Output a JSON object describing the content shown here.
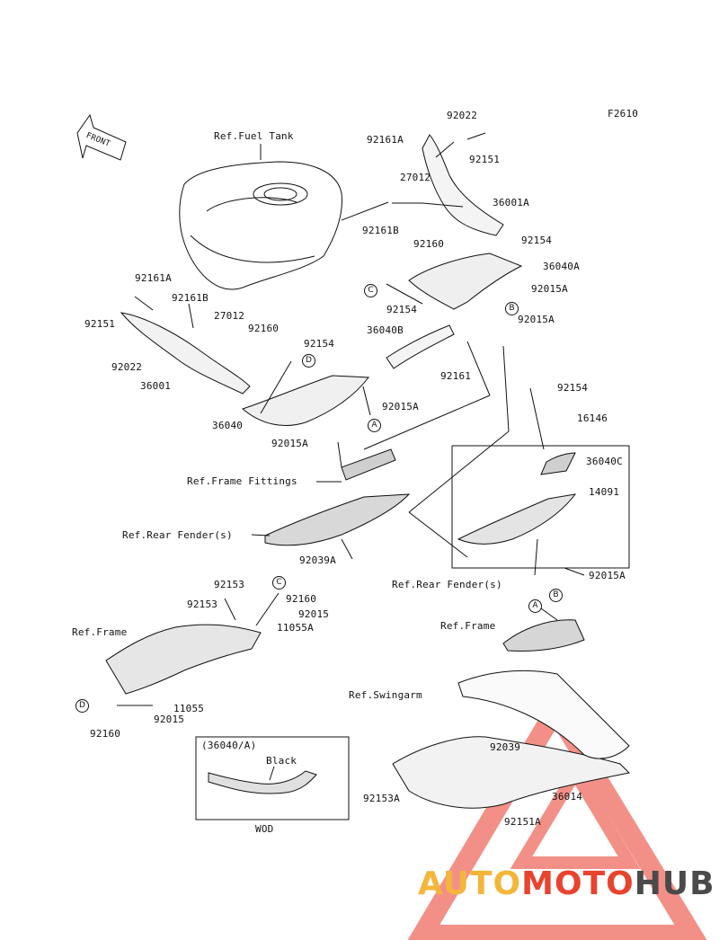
{
  "diagram": {
    "figure_code": "F2610",
    "front_label": "FRONT",
    "parts": {
      "p92022_top": "92022",
      "p92161A_top": "92161A",
      "p92151_top": "92151",
      "p27012_top": "27012",
      "p36001A": "36001A",
      "p92161B_top": "92161B",
      "p92160_top": "92160",
      "p92154_top": "92154",
      "p36040A": "36040A",
      "p92015A_top": "92015A",
      "p92154_c": "92154",
      "p92015A_b": "92015A",
      "p92161A_l": "92161A",
      "p92161B_l": "92161B",
      "p27012_l": "27012",
      "p92160_l": "92160",
      "p92151_l": "92151",
      "p92022_l": "92022",
      "p36001": "36001",
      "p36040B": "36040B",
      "p92154_m": "92154",
      "p92161": "92161",
      "p92015A_a": "92015A",
      "p36040": "36040",
      "p92015A_d": "92015A",
      "p92154_r": "92154",
      "p16146": "16146",
      "p36040C": "36040C",
      "p14091": "14091",
      "p92039A": "92039A",
      "p92015A_r": "92015A",
      "p92153_1": "92153",
      "p92153_2": "92153",
      "p92160_f": "92160",
      "p92015": "92015",
      "p11055A": "11055A",
      "p11055": "11055",
      "p92160_d": "92160",
      "p92015_d": "92015",
      "p92039": "92039",
      "p36014": "36014",
      "p92153A": "92153A",
      "p92151A": "92151A"
    },
    "references": {
      "fuel_tank": "Ref.Fuel Tank",
      "frame_fittings": "Ref.Frame Fittings",
      "rear_fender_1": "Ref.Rear Fender(s)",
      "rear_fender_2": "Ref.Rear Fender(s)",
      "frame_1": "Ref.Frame",
      "frame_2": "Ref.Frame",
      "swingarm": "Ref.Swingarm"
    },
    "callouts": {
      "c_top": "C",
      "b_top": "B",
      "d_mid": "D",
      "a_mid": "A",
      "c_low": "C",
      "d_low": "D",
      "a_right": "A",
      "b_right": "B"
    },
    "inset": {
      "title": "(36040/A)",
      "color_label": "Black",
      "caption": "WOD"
    }
  },
  "watermark": {
    "part1": "AUTO",
    "part2": "MOTO",
    "part3": "HUB",
    "colors": {
      "auto": "#f3b63a",
      "moto": "#e8432e",
      "hub": "#4a4a4a",
      "triangle": "#e8432e"
    }
  }
}
